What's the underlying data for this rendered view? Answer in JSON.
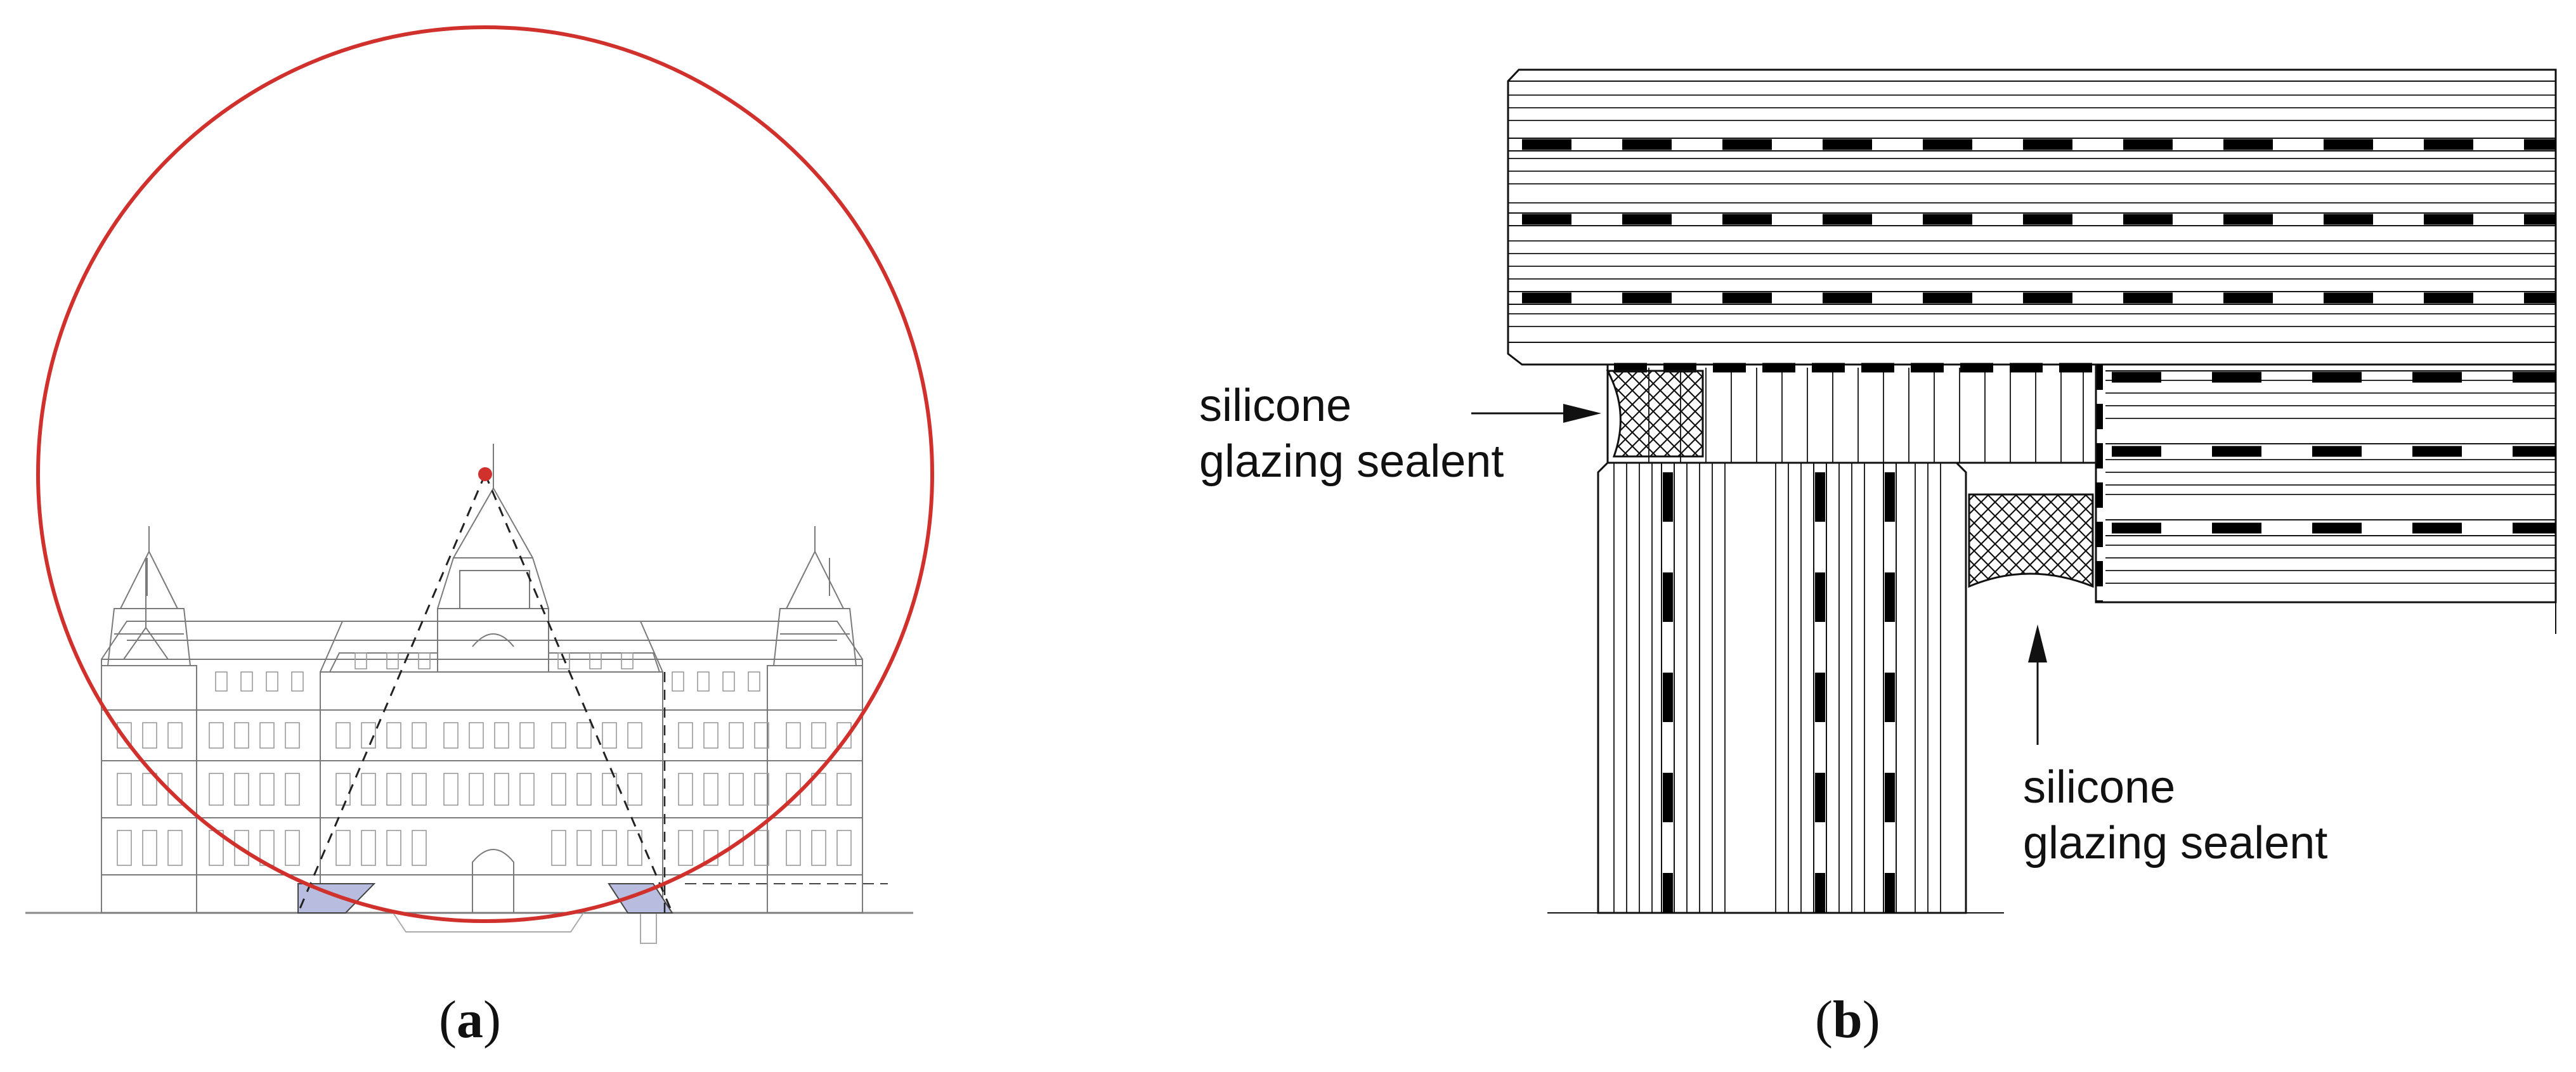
{
  "figure": {
    "panel_a": {
      "open": "(",
      "letter": "a",
      "close": ")"
    },
    "panel_b": {
      "open": "(",
      "letter": "b",
      "close": ")"
    },
    "callouts": [
      {
        "line1": "silicone",
        "line2": "glazing sealent"
      },
      {
        "line1": "silicone",
        "line2": "glazing sealent"
      }
    ]
  },
  "colors": {
    "circle": "#d0312d",
    "building_line": "#7a7a7a",
    "wedge_fill": "#b8bde0",
    "ink": "#111111"
  }
}
